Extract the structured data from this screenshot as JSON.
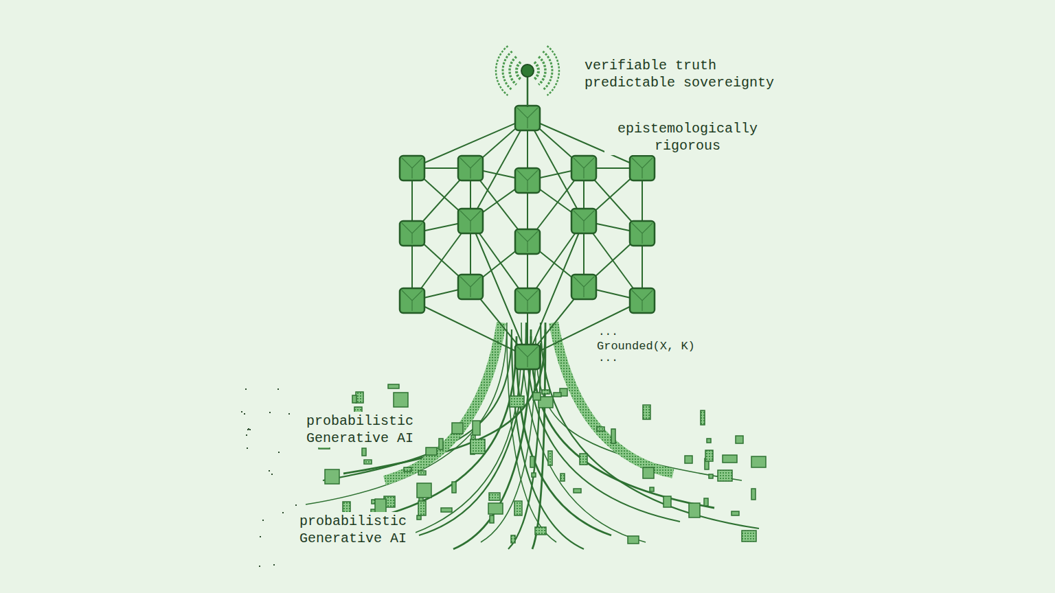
{
  "diagram": {
    "labels": [
      "verifiable truth predictable sovereignty",
      "epistemologically rigorous",
      "...",
      "Grounded(X, K)",
      "...",
      "probabilistic Generative AI",
      "probabilistic Generative AI"
    ]
  }
}
